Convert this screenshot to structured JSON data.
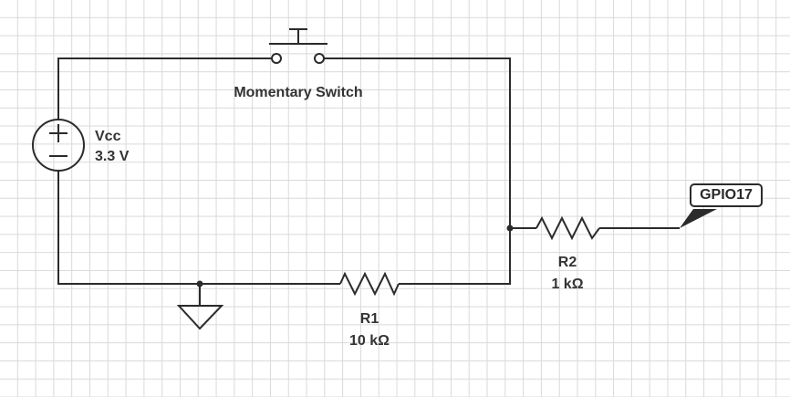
{
  "components": {
    "switch": {
      "label": "Momentary Switch"
    },
    "vcc": {
      "name": "Vcc",
      "value": "3.3 V"
    },
    "r1": {
      "name": "R1",
      "value": "10 kΩ"
    },
    "r2": {
      "name": "R2",
      "value": "1 kΩ"
    },
    "gpio": {
      "label": "GPIO17"
    }
  },
  "colors": {
    "wire": "#2b2b2b",
    "text": "#333333",
    "grid": "#d9d9d9"
  }
}
